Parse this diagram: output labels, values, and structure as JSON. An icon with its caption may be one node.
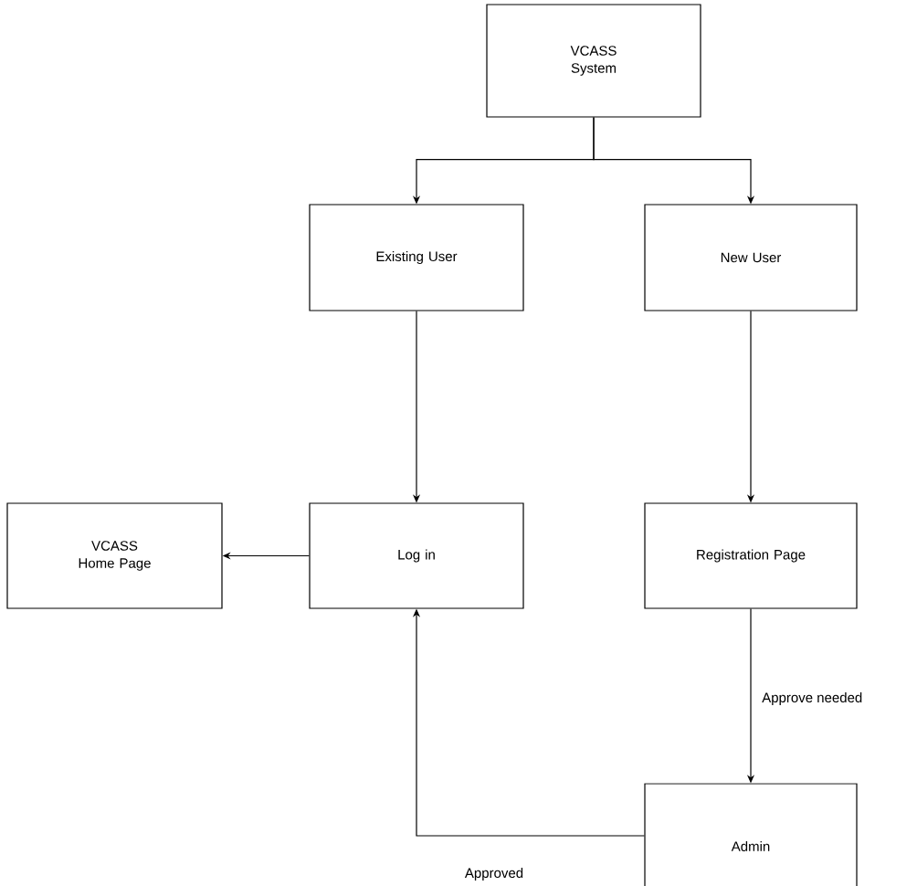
{
  "diagram": {
    "nodes": [
      {
        "text": [
          "VCASS System"
        ]
      },
      {
        "text": [
          "Existing User"
        ]
      },
      {
        "text": [
          "New User"
        ]
      },
      {
        "text": [
          "VCASS Home Page"
        ]
      },
      {
        "text": [
          "Log in"
        ]
      },
      {
        "text": [
          "Registration Page"
        ]
      },
      {
        "text": [
          "Admin"
        ]
      }
    ],
    "edges": [
      {
        "from": 0,
        "to": 1,
        "arrow": "to"
      },
      {
        "from": 0,
        "to": 2,
        "arrow": "to"
      },
      {
        "from": 1,
        "to": 4,
        "arrow": "to"
      },
      {
        "from": 4,
        "to": 3,
        "arrow": "to"
      },
      {
        "from": 2,
        "to": 5,
        "arrow": "to"
      },
      {
        "from": 5,
        "to": 6,
        "arrow": "to",
        "label": "Approve needed"
      },
      {
        "from": 6,
        "to": 4,
        "arrow": "to",
        "label": "Approved"
      }
    ]
  }
}
